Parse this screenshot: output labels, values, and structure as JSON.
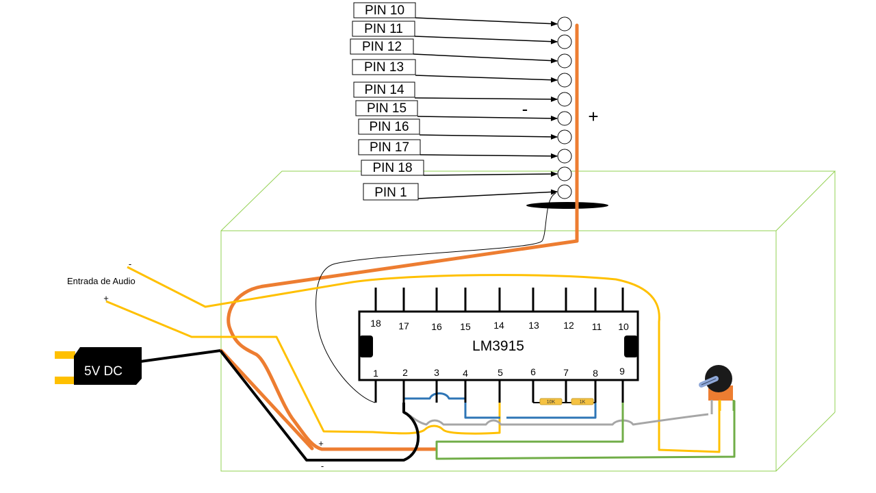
{
  "pin_labels": [
    "PIN 10",
    "PIN 11",
    "PIN 12",
    "PIN 13",
    "PIN 14",
    "PIN 15",
    "PIN 16",
    "PIN 17",
    "PIN 18",
    "PIN 1"
  ],
  "chip": {
    "name": "LM3915",
    "top_pins": [
      "18",
      "17",
      "16",
      "15",
      "14",
      "13",
      "12",
      "11",
      "10"
    ],
    "bottom_pins": [
      "1",
      "2",
      "3",
      "4",
      "5",
      "6",
      "7",
      "8",
      "9"
    ]
  },
  "resistors": [
    "10K",
    "1K"
  ],
  "led_bar": {
    "minus_sign": "-",
    "plus_sign": "+"
  },
  "audio_input": {
    "label": "Entrada de Audio",
    "minus": "-",
    "plus": "+"
  },
  "power": {
    "label": "5V DC",
    "plus": "+",
    "minus": "-"
  },
  "colors": {
    "box_outline": "#92d050",
    "orange_wire": "#ed7d31",
    "yellow_wire": "#ffc000",
    "blue_wire": "#2e75b6",
    "gray_wire": "#a6a6a6",
    "green_wire": "#70ad47",
    "black_wire": "#000000",
    "connector_gold": "#ffc000",
    "resistor_body": "#f5c242",
    "knob": "#1a1a1a",
    "knob_shaft": "#8fa8d8",
    "pot_body": "#ed7d31"
  }
}
